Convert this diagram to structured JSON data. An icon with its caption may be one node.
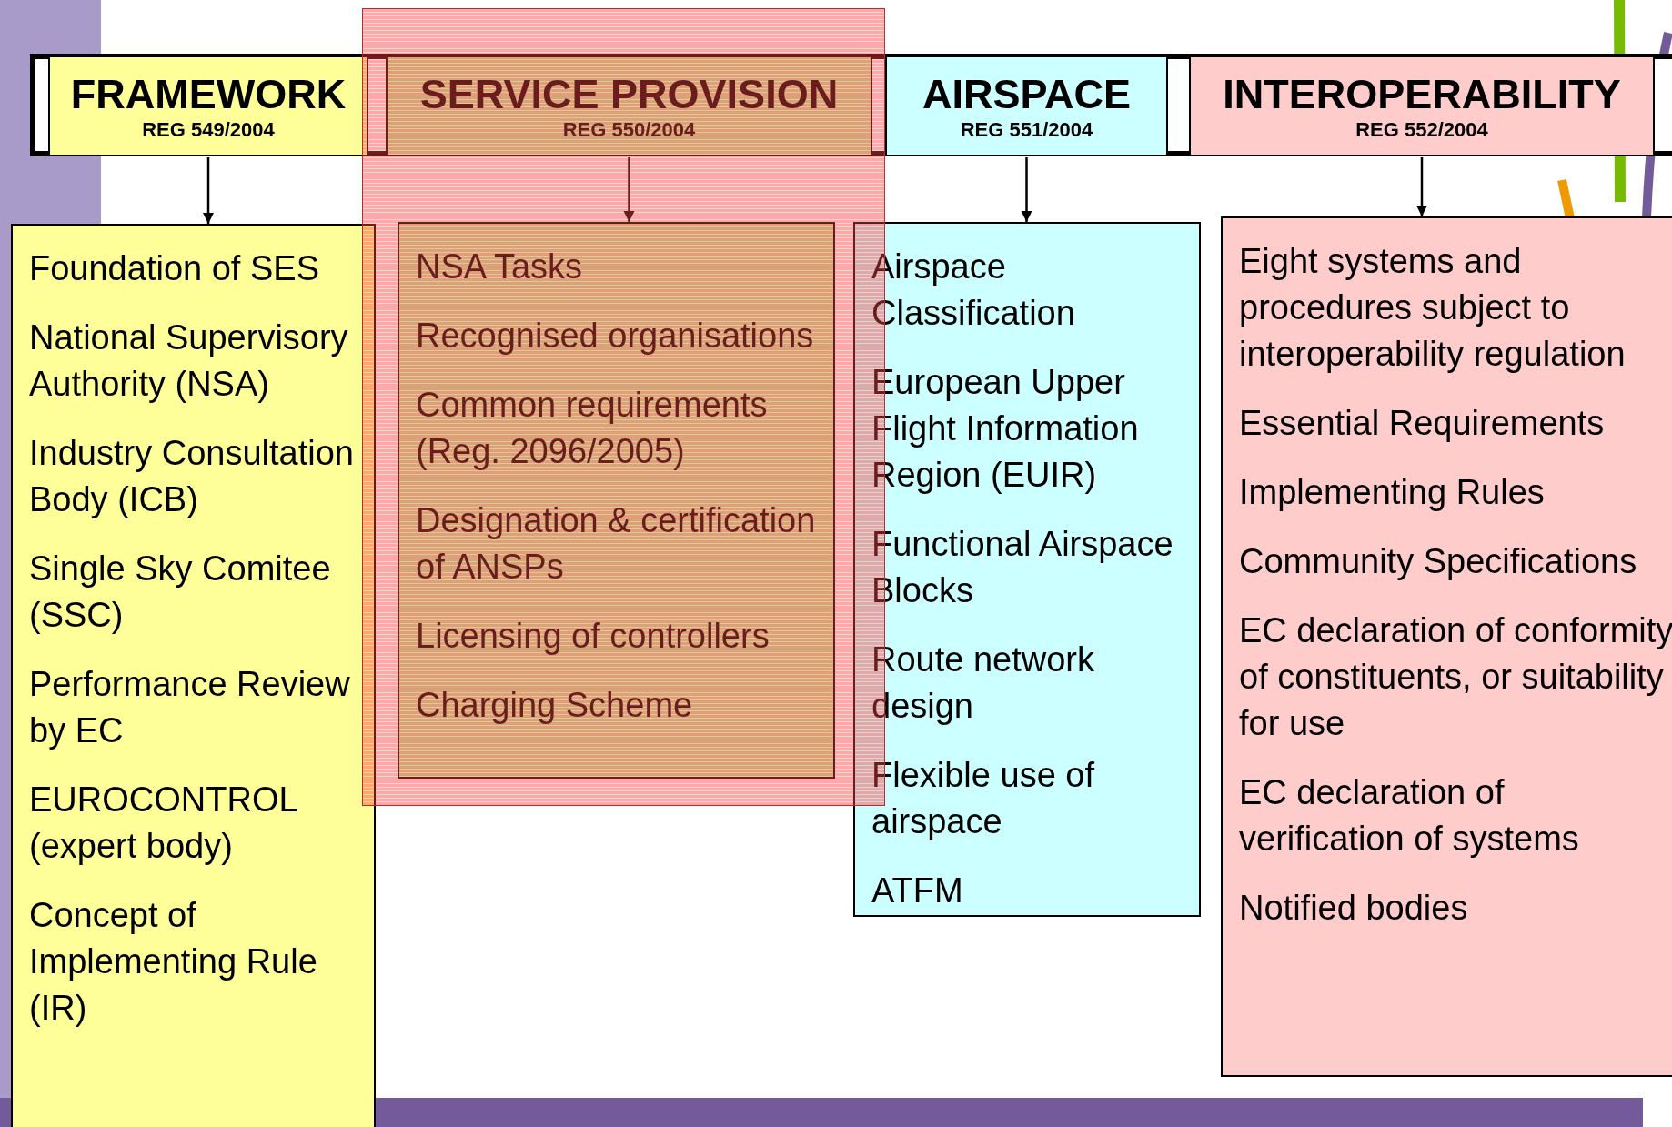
{
  "diagram": {
    "nodes": [
      {
        "text": [
          "FRAMEWORK",
          "REG 549/2004"
        ]
      },
      {
        "text": [
          "SERVICE PROVISION",
          "REG 550/2004"
        ]
      },
      {
        "text": [
          "AIRSPACE",
          "REG 551/2004"
        ]
      },
      {
        "text": [
          "INTEROPERABILITY",
          "REG 552/2004"
        ]
      },
      {
        "text": [
          "Foundation of SES",
          "National Supervisory Authority (NSA)",
          "Industry Consultation Body (ICB)",
          "Single Sky Comitee (SSC)",
          "Performance Review by EC",
          "EUROCONTROL (expert body)",
          "Concept of Implementing Rule (IR)"
        ]
      },
      {
        "text": [
          "NSA Tasks",
          "Recognised organisations",
          "Common requirements (Reg. 2096/2005)",
          "Designation & certification of ANSPs",
          "Licensing of controllers",
          "Charging Scheme"
        ]
      },
      {
        "text": [
          "Airspace Classification",
          "European Upper Flight Information Region (EUIR)",
          "Functional Airspace Blocks",
          "Route network design",
          "Flexible use of airspace",
          "ATFM"
        ]
      },
      {
        "text": [
          "Eight systems and procedures subject to interoperability regulation",
          "Essential Requirements",
          "Implementing Rules",
          "Community Specifications",
          "EC declaration of conformity of constituents, or suitability for use",
          "EC declaration of verification of systems",
          "Notified bodies"
        ]
      }
    ],
    "edges": [
      {
        "from": 0,
        "to": 4,
        "arrow": "to"
      },
      {
        "from": 1,
        "to": 5,
        "arrow": "to"
      },
      {
        "from": 2,
        "to": 6,
        "arrow": "to"
      },
      {
        "from": 3,
        "to": 7,
        "arrow": "to"
      }
    ]
  }
}
